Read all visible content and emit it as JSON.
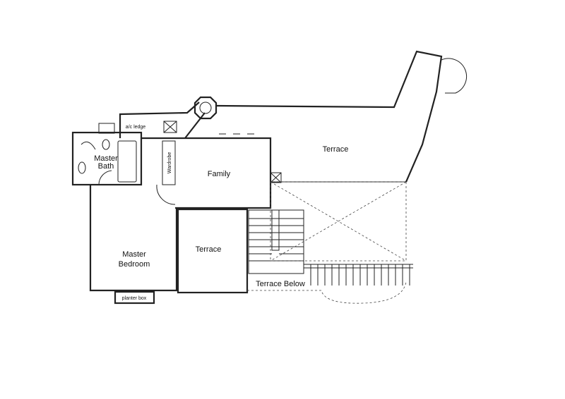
{
  "plan": {
    "rooms": {
      "terrace_upper": "Terrace",
      "family": "Family",
      "master_bath_line1": "Master",
      "master_bath_line2": "Bath",
      "master_bedroom_line1": "Master",
      "master_bedroom_line2": "Bedroom",
      "terrace_middle": "Terrace",
      "terrace_below": "Terrace Below",
      "planter_box": "planter box",
      "ac_ledge": "a/c ledge",
      "wardrobe": "Wardrobe"
    }
  }
}
